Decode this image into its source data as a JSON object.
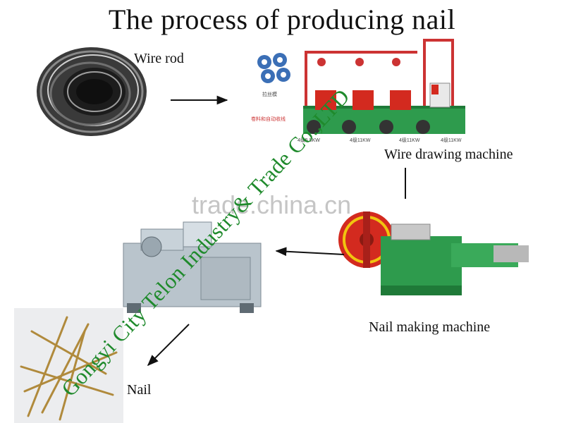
{
  "title": "The process of producing nail",
  "steps": {
    "wire_rod": "Wire rod",
    "wire_drawing": "Wire drawing machine",
    "nail_making": "Nail making machine",
    "nail": "Nail"
  },
  "watermarks": {
    "site": "trade.china.cn",
    "company": "Gongyi City Telon Industry& Trade Co.,LTD"
  },
  "machine_captions": [
    "4级5.5KW",
    "4级11KW",
    "4级11KW",
    "4级11KW"
  ],
  "die_label": "拉丝模",
  "unit_label": "卷料和自动收线",
  "colors": {
    "watermark_green": "#1f8a2c",
    "machine_green": "#2e9b4d",
    "machine_red": "#d32a1f"
  }
}
